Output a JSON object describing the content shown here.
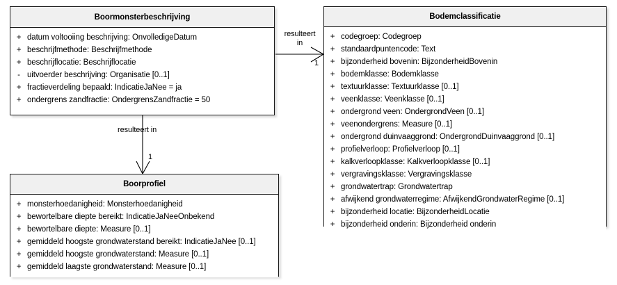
{
  "diagram": {
    "type": "uml-class-diagram",
    "background_color": "#ffffff",
    "header_fill": "#f0f0f0",
    "border_color": "#1a1a1a",
    "text_color": "#000000"
  },
  "classes": [
    {
      "id": "boormonsterbeschrijving",
      "name": "Boormonsterbeschrijving",
      "attributes": [
        {
          "visibility": "+",
          "text": "datum voltooiing beschrijving: OnvolledigeDatum"
        },
        {
          "visibility": "+",
          "text": "beschrijfmethode: Beschrijfmethode"
        },
        {
          "visibility": "+",
          "text": "beschrijflocatie: Beschrijflocatie"
        },
        {
          "visibility": "-",
          "text": "uitvoerder beschrijving: Organisatie [0..1]"
        },
        {
          "visibility": "+",
          "text": "fractieverdeling bepaald: IndicatieJaNee = ja"
        },
        {
          "visibility": "+",
          "text": "ondergrens zandfractie: OndergrensZandfractie = 50"
        }
      ]
    },
    {
      "id": "boorprofiel",
      "name": "Boorprofiel",
      "attributes": [
        {
          "visibility": "+",
          "text": "monsterhoedanigheid: Monsterhoedanigheid"
        },
        {
          "visibility": "+",
          "text": "bewortelbare diepte bereikt: IndicatieJaNeeOnbekend"
        },
        {
          "visibility": "+",
          "text": "bewortelbare diepte: Measure [0..1]"
        },
        {
          "visibility": "+",
          "text": "gemiddeld hoogste grondwaterstand bereikt: IndicatieJaNee [0..1]"
        },
        {
          "visibility": "+",
          "text": "gemiddeld hoogste grondwaterstand: Measure [0..1]"
        },
        {
          "visibility": "+",
          "text": "gemiddeld laagste grondwaterstand: Measure [0..1]"
        }
      ]
    },
    {
      "id": "bodemclassificatie",
      "name": "Bodemclassificatie",
      "attributes": [
        {
          "visibility": "+",
          "text": "codegroep: Codegroep"
        },
        {
          "visibility": "+",
          "text": "standaardpuntencode: Text"
        },
        {
          "visibility": "+",
          "text": "bijzonderheid bovenin: BijzonderheidBovenin"
        },
        {
          "visibility": "+",
          "text": "bodemklasse: Bodemklasse"
        },
        {
          "visibility": "+",
          "text": "textuurklasse: Textuurklasse [0..1]"
        },
        {
          "visibility": "+",
          "text": "veenklasse: Veenklasse [0..1]"
        },
        {
          "visibility": "+",
          "text": "ondergrond veen: OndergrondVeen [0..1]"
        },
        {
          "visibility": "+",
          "text": "veenondergrens: Measure [0..1]"
        },
        {
          "visibility": "+",
          "text": "ondergrond duinvaaggrond: OndergrondDuinvaaggrond [0..1]"
        },
        {
          "visibility": "+",
          "text": "profielverloop: Profielverloop [0..1]"
        },
        {
          "visibility": "+",
          "text": "kalkverloopklasse: Kalkverloopklasse [0..1]"
        },
        {
          "visibility": "+",
          "text": "vergravingsklasse: Vergravingsklasse"
        },
        {
          "visibility": "+",
          "text": "grondwatertrap: Grondwatertrap"
        },
        {
          "visibility": "+",
          "text": "afwijkend grondwaterregime: AfwijkendGrondwaterRegime [0..1]"
        },
        {
          "visibility": "+",
          "text": "bijzonderheid locatie: BijzonderheidLocatie"
        },
        {
          "visibility": "+",
          "text": "bijzonderheid onderin: Bijzonderheid onderin"
        }
      ]
    }
  ],
  "associations": [
    {
      "id": "assoc-right",
      "source": "boormonsterbeschrijving",
      "target": "bodemclassificatie",
      "label_line1": "resulteert",
      "label_line2": "in",
      "target_multiplicity": "1",
      "arrow": "open"
    },
    {
      "id": "assoc-down",
      "source": "boormonsterbeschrijving",
      "target": "boorprofiel",
      "label": "resulteert in",
      "target_multiplicity": "1",
      "arrow": "open"
    }
  ]
}
